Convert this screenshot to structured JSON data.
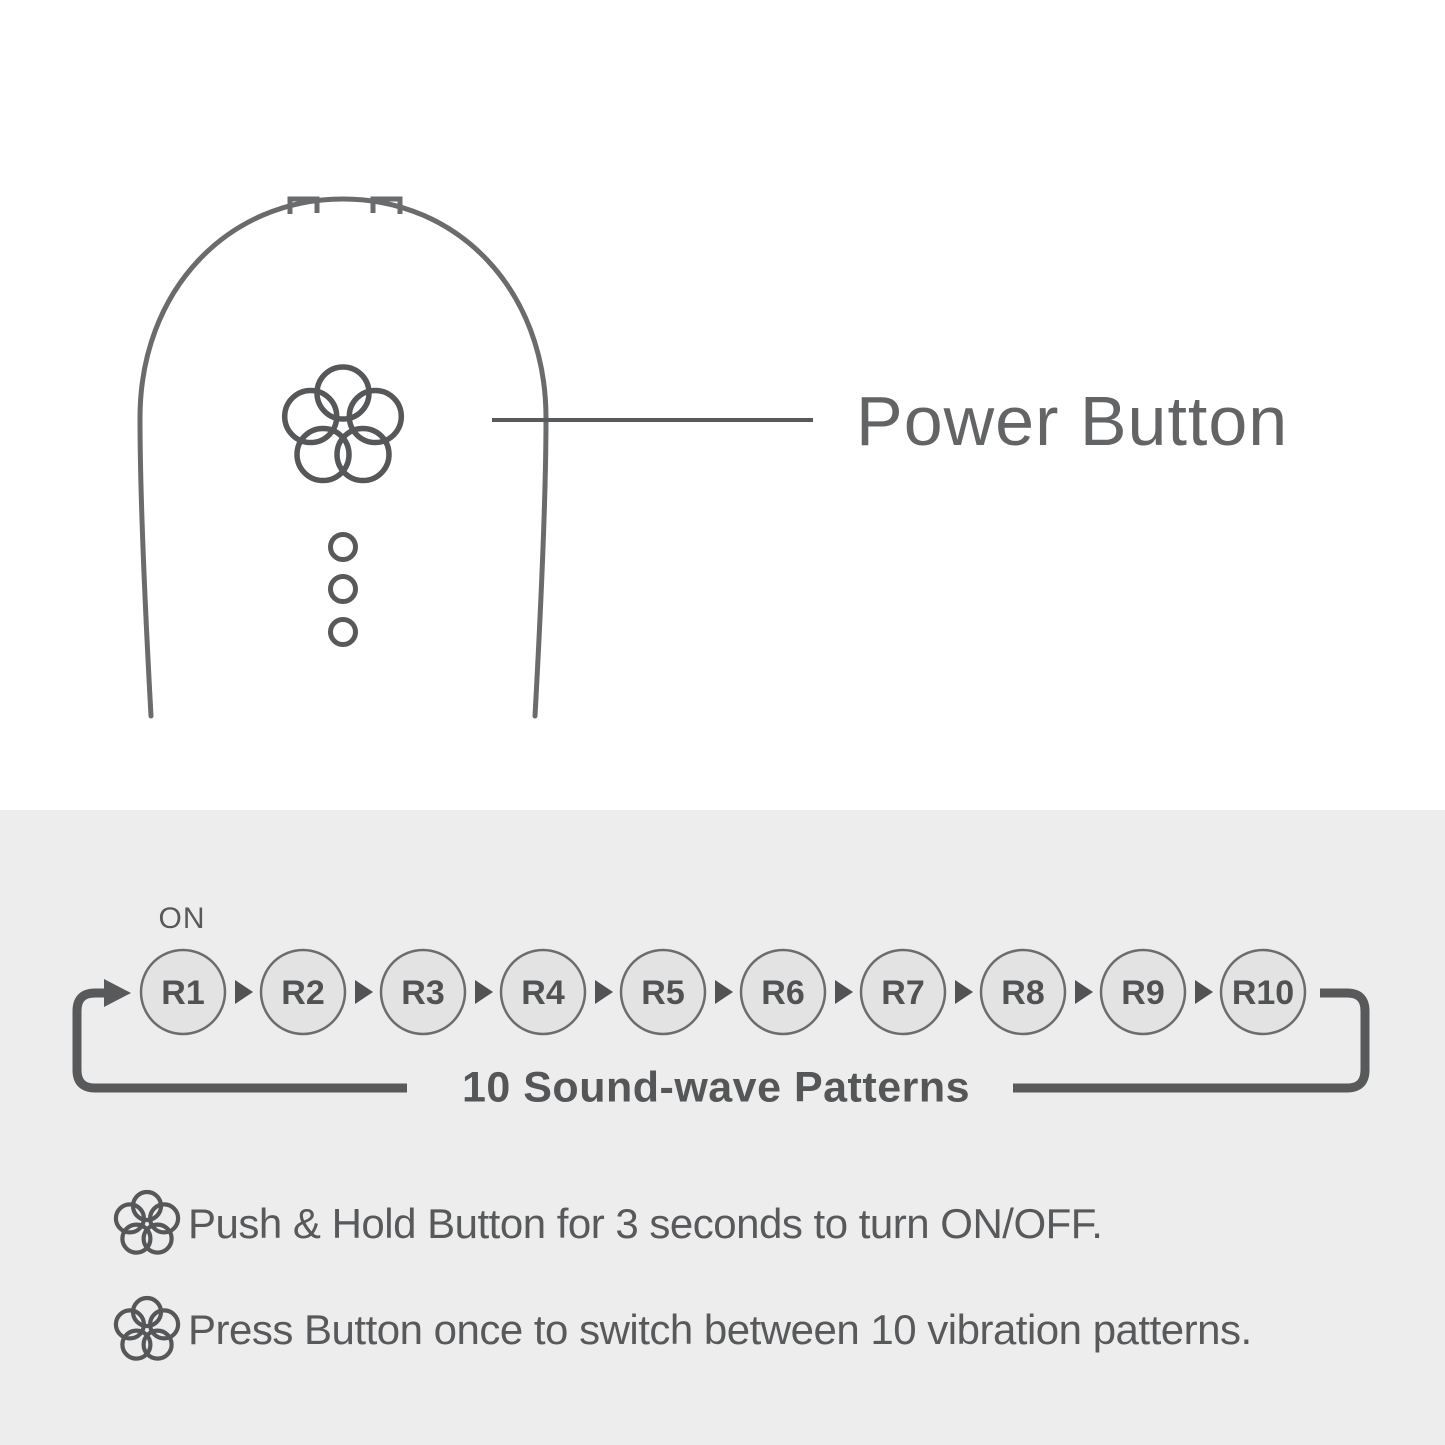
{
  "top_section": {
    "power_button_label": "Power Button",
    "device": {
      "button_icon": "flower-icon",
      "indicator_dots_count": 3
    }
  },
  "patterns": {
    "on_label": "ON",
    "steps": [
      "R1",
      "R2",
      "R3",
      "R4",
      "R5",
      "R6",
      "R7",
      "R8",
      "R9",
      "R10"
    ],
    "loop_label": "10 Sound-wave Patterns"
  },
  "instructions": [
    {
      "icon": "flower-icon",
      "text": "Push & Hold Button for 3 seconds to turn ON/OFF."
    },
    {
      "icon": "flower-icon",
      "text": "Press Button once to switch between 10 vibration patterns."
    }
  ],
  "colors": {
    "line_gray": "#58595b",
    "device_outline_gray": "#6a6b6d",
    "panel_gray": "#ededed",
    "step_circle_fill": "#e3e3e4",
    "step_circle_border": "#6b6c6e",
    "text_gray": "#5c5d5f"
  }
}
